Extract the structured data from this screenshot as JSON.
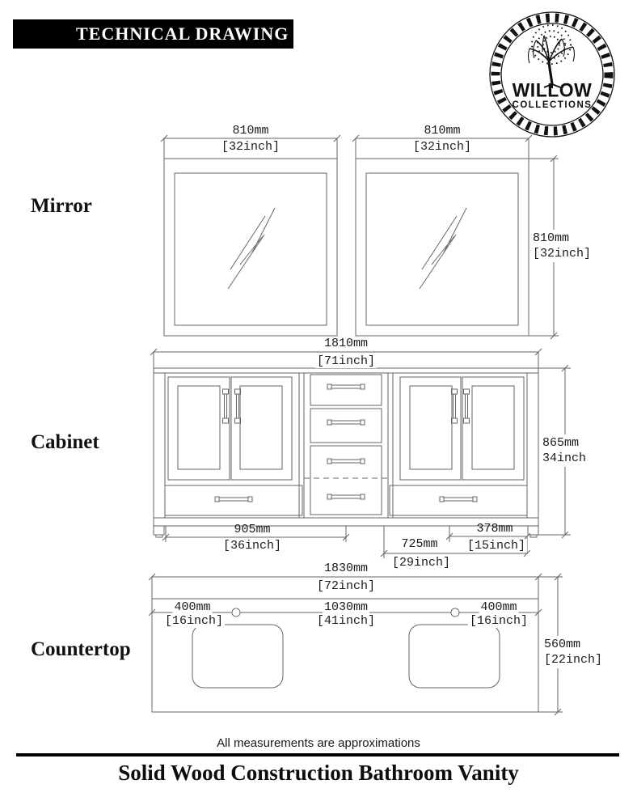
{
  "banner": {
    "title": "TECHNICAL DRAWING"
  },
  "logo": {
    "brand": "WILLOW",
    "sub": "COLLECTIONS"
  },
  "sections": {
    "mirror": "Mirror",
    "cabinet": "Cabinet",
    "countertop": "Countertop"
  },
  "dims": {
    "mirror_width_left": {
      "mm": "810mm",
      "in": "[32inch]"
    },
    "mirror_width_right": {
      "mm": "810mm",
      "in": "[32inch]"
    },
    "mirror_height": {
      "mm": "810mm",
      "in": "[32inch]"
    },
    "cabinet_width": {
      "mm": "1810mm",
      "in": "[71inch]"
    },
    "cabinet_height": {
      "mm": "865mm",
      "in": "34inch"
    },
    "cabinet_left": {
      "mm": "905mm",
      "in": "[36inch]"
    },
    "cabinet_middle": {
      "mm": "725mm",
      "in": "[29inch]"
    },
    "cabinet_right": {
      "mm": "378mm",
      "in": "[15inch]"
    },
    "counter_width": {
      "mm": "1830mm",
      "in": "[72inch]"
    },
    "counter_left": {
      "mm": "400mm",
      "in": "[16inch]"
    },
    "counter_center": {
      "mm": "1030mm",
      "in": "[41inch]"
    },
    "counter_right": {
      "mm": "400mm",
      "in": "[16inch]"
    },
    "counter_depth": {
      "mm": "560mm",
      "in": "[22inch]"
    }
  },
  "footer": {
    "note": "All measurements are approximations",
    "title": "Solid Wood Construction Bathroom Vanity"
  },
  "colors": {
    "line": "#666666",
    "text": "#1b1b1b",
    "banner_bg": "#000000",
    "banner_text": "#ffffff"
  }
}
